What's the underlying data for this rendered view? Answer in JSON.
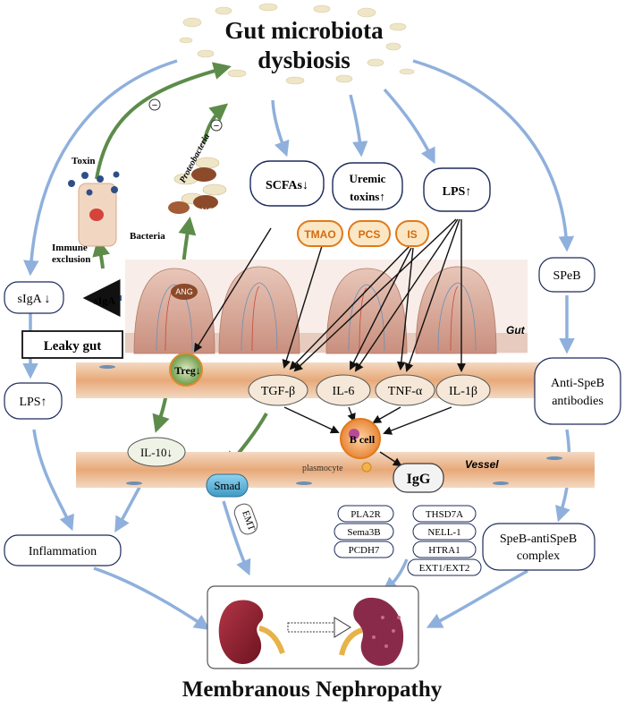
{
  "title": "Gut microbiota",
  "title_line2": "dysbiosis",
  "footer": "Membranous Nephropathy",
  "top_nodes": {
    "scfas": "SCFAs↓",
    "uremic_line1": "Uremic",
    "uremic_line2": "toxins↑",
    "lps_top": "LPS↑"
  },
  "toxin_badges": [
    "TMAO",
    "PCS",
    "IS"
  ],
  "microbe_labels": {
    "toxin": "Toxin",
    "proteobacteria": "Proteobacteria",
    "bacteria": "Bacteria",
    "immune_line1": "Immune",
    "immune_line2": "exclusion",
    "siga_small": "sIgA",
    "ang1": "ANG",
    "ang2": "ANG",
    "inhibit": "−"
  },
  "left_column": {
    "siga": "sIgA ↓",
    "leaky_gut": "Leaky gut",
    "lps": "LPS↑",
    "inflammation": "Inflammation"
  },
  "right_column": {
    "speb": "SPeB",
    "anti_line1": "Anti-SpeB",
    "anti_line2": "antibodies",
    "complex_line1": "SpeB-antiSpeB",
    "complex_line2": "complex"
  },
  "tissue_labels": {
    "gut": "Gut",
    "vessel": "Vessel",
    "treg": "Treg↓",
    "b_cell": "B cell",
    "plasmocyte": "plasmocyte",
    "igg": "IgG",
    "il10": "IL-10↓",
    "smad": "Smad",
    "emt": "EMT"
  },
  "cytokines": [
    "TGF-β",
    "IL-6",
    "TNF-α",
    "IL-1β"
  ],
  "antigens": [
    "PLA2R",
    "Sema3B",
    "PCDH7",
    "THSD7A",
    "NELL-1",
    "HTRA1",
    "EXT1/EXT2"
  ],
  "colors": {
    "blue_arrow": "#8fb0dc",
    "green_arrow": "#5d8c4a",
    "badge_orange": "#e07a1c",
    "badge_fill": "#fbe7c4",
    "kidney": "#8a1c2a"
  }
}
